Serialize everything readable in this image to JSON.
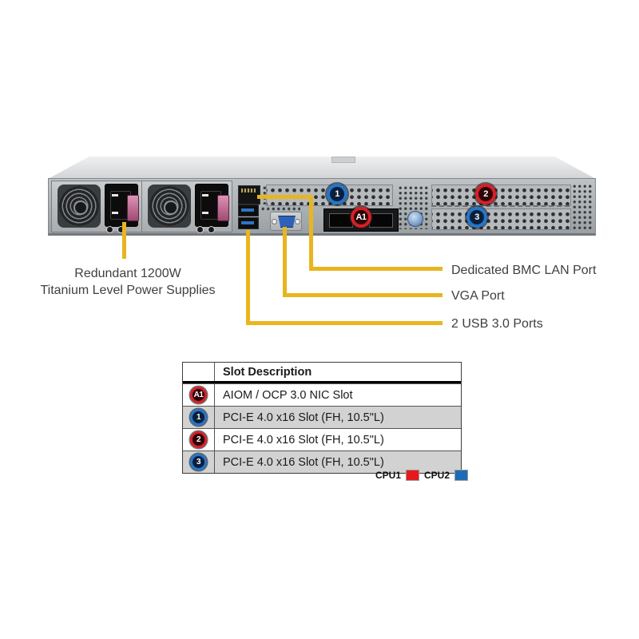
{
  "diagram": {
    "line_color": "#E9B51F",
    "callouts": {
      "psu": {
        "label_line1": "Redundant 1200W",
        "label_line2": "Titanium Level Power Supplies"
      },
      "bmc": {
        "label": "Dedicated BMC LAN Port"
      },
      "vga": {
        "label": "VGA Port"
      },
      "usb": {
        "label": "2 USB 3.0 Ports"
      }
    },
    "chassis_badges": [
      {
        "id": "1",
        "color": "blue"
      },
      {
        "id": "2",
        "color": "red"
      },
      {
        "id": "3",
        "color": "blue"
      },
      {
        "id": "A1",
        "color": "red"
      }
    ]
  },
  "table": {
    "header": "Slot Description",
    "rows": [
      {
        "badge": "A1",
        "color": "red",
        "description": "AIOM / OCP 3.0 NIC Slot"
      },
      {
        "badge": "1",
        "color": "blue",
        "description": "PCI-E 4.0 x16 Slot (FH, 10.5\"L)"
      },
      {
        "badge": "2",
        "color": "red",
        "description": "PCI-E 4.0 x16 Slot (FH, 10.5\"L)"
      },
      {
        "badge": "3",
        "color": "blue",
        "description": "PCI-E 4.0 x16 Slot (FH, 10.5\"L)"
      }
    ]
  },
  "legend": [
    {
      "label": "CPU1",
      "color": "#E8191C"
    },
    {
      "label": "CPU2",
      "color": "#1E6CB5"
    }
  ],
  "colors": {
    "cpu1_red": "#E8191C",
    "cpu2_blue": "#1E6CB5",
    "callout_yellow": "#E9B51F",
    "table_row_shade": "#D2D2D2",
    "psu_clip_pink": "#C06A92"
  }
}
